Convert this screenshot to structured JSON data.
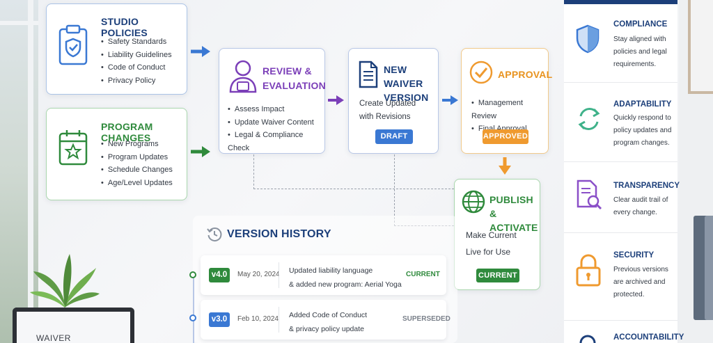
{
  "studio_policies": {
    "title": "STUDIO POLICIES",
    "items": [
      "Safety Standards",
      "Liability Guidelines",
      "Code of Conduct",
      "Privacy Policy"
    ]
  },
  "program_changes": {
    "title": "PROGRAM CHANGES",
    "items": [
      "New Programs",
      "Program Updates",
      "Schedule Changes",
      "Age/Level Updates"
    ]
  },
  "review": {
    "title_line1": "REVIEW &",
    "title_line2": "EVALUATION",
    "items": [
      "Assess Impact",
      "Update Waiver Content",
      "Legal & Compliance Check"
    ]
  },
  "new_waiver": {
    "title_line1": "NEW WAIVER",
    "title_line2": "VERSION",
    "body_line1": "Create Updated",
    "body_line2": "with Revisions",
    "badge": "DRAFT"
  },
  "approval": {
    "title": "APPROVAL",
    "items": [
      "Management Review",
      "Final Approval"
    ],
    "badge": "APPROVED"
  },
  "publish": {
    "title_line1": "PUBLISH &",
    "title_line2": "ACTIVATE",
    "body_line1": "Make Current",
    "body_line2": "Live for Use",
    "badge": "CURRENT"
  },
  "version_history": {
    "title": "VERSION HISTORY",
    "rows": [
      {
        "version": "v4.0",
        "date": "May 20, 2024",
        "desc_line1": "Updated liability language",
        "desc_line2": "& added new program: Aerial Yoga",
        "status": "CURRENT",
        "tag_color": "#2f8a3c",
        "status_color": "#2f8a3c"
      },
      {
        "version": "v3.0",
        "date": "Feb 10, 2024",
        "desc_line1": "Added Code of Conduct",
        "desc_line2": "& privacy policy update",
        "status": "SUPERSEDED",
        "tag_color": "#3a78d3",
        "status_color": "#7a808a"
      }
    ]
  },
  "sidebar": {
    "items": [
      {
        "title": "COMPLIANCE",
        "lines": [
          "Stay aligned with",
          "policies and legal",
          "requirements."
        ],
        "icon": "shield-icon"
      },
      {
        "title": "ADAPTABILITY",
        "lines": [
          "Quickly respond to",
          "policy updates and",
          "program changes."
        ],
        "icon": "refresh-icon"
      },
      {
        "title": "TRANSPARENCY",
        "lines": [
          "Clear audit trail of",
          "every change."
        ],
        "icon": "document-search-icon"
      },
      {
        "title": "SECURITY",
        "lines": [
          "Previous versions",
          "are archived and",
          "protected."
        ],
        "icon": "lock-icon"
      },
      {
        "title": "ACCOUNTABILITY",
        "lines": [],
        "icon": "person-icon"
      }
    ]
  },
  "laptop": {
    "screen_text": "WAIVER"
  },
  "colors": {
    "navy": "#1c3f7a",
    "green": "#2f8a3c",
    "purple": "#7b3fb8",
    "blue": "#3a78d3",
    "orange": "#ef9a2f"
  }
}
